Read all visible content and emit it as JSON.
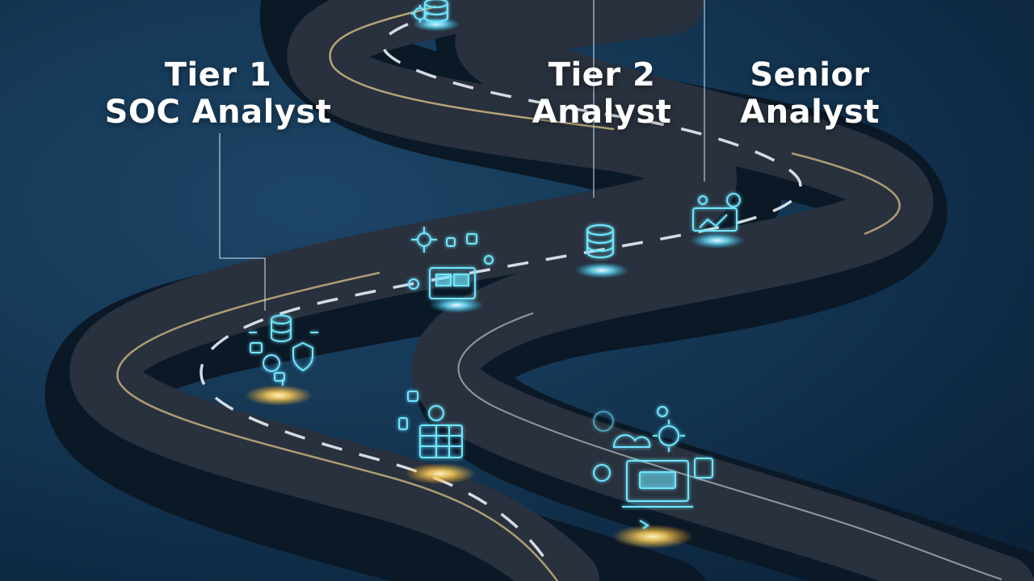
{
  "labels": {
    "tier1": {
      "line1": "Tier 1",
      "line2": "SOC Analyst"
    },
    "tier2": {
      "line1": "Tier 2",
      "line2": "Analyst"
    },
    "senior": {
      "line1": "Senior",
      "line2": "Analyst"
    }
  },
  "colors": {
    "background": "#163a58",
    "road": "#232c38",
    "road_edge": "#d9c28a",
    "lane_dash": "#e8eef5",
    "icon_glow": "#5fe3ff",
    "light_glow": "#ffd26a"
  },
  "icons": [
    "database-icon",
    "shield-icon",
    "lock-icon",
    "gear-icon",
    "monitor-icon",
    "server-rack-icon",
    "cloud-icon",
    "network-icon"
  ]
}
